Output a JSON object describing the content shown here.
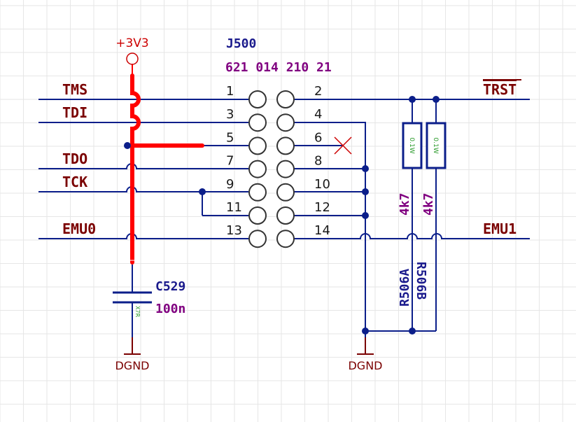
{
  "colors": {
    "background": "#ffffff",
    "grid": "#e6e6e6",
    "wire": "#0b1e8a",
    "power_wire": "#ff0000",
    "net_label": "#7a0000",
    "ref_label": "#1a1a8c",
    "value_label": "#800080",
    "pin_number": "#1a1a1a",
    "pin_symbol": "#333333",
    "ground": "#7a0000",
    "power_symbol": "#cc0000",
    "no_connect": "#cc0000",
    "resistor_body": "#0b1e8a",
    "field_small": "#2a9a2a"
  },
  "connector": {
    "reference": "J500",
    "part_number": "621 014 210 21",
    "pins_left": [
      "1",
      "3",
      "5",
      "7",
      "9",
      "11",
      "13"
    ],
    "pins_right": [
      "2",
      "4",
      "6",
      "8",
      "10",
      "12",
      "14"
    ]
  },
  "nets": {
    "left": [
      "TMS",
      "TDI",
      "TDO",
      "TCK",
      "EMU0"
    ],
    "trst": "TRST",
    "emu1": "EMU1"
  },
  "power": {
    "label": "+3V3",
    "icon": "power-circle-icon"
  },
  "capacitor": {
    "reference": "C529",
    "value": "100n",
    "dielectric": "X7R"
  },
  "resistors": [
    {
      "reference": "R506A",
      "value": "4k7",
      "marking": "0.1W"
    },
    {
      "reference": "R506B",
      "value": "4k7",
      "marking": "0.1W"
    }
  ],
  "grounds": [
    "DGND",
    "DGND"
  ],
  "no_connect_icon": "no-connect-x-icon"
}
